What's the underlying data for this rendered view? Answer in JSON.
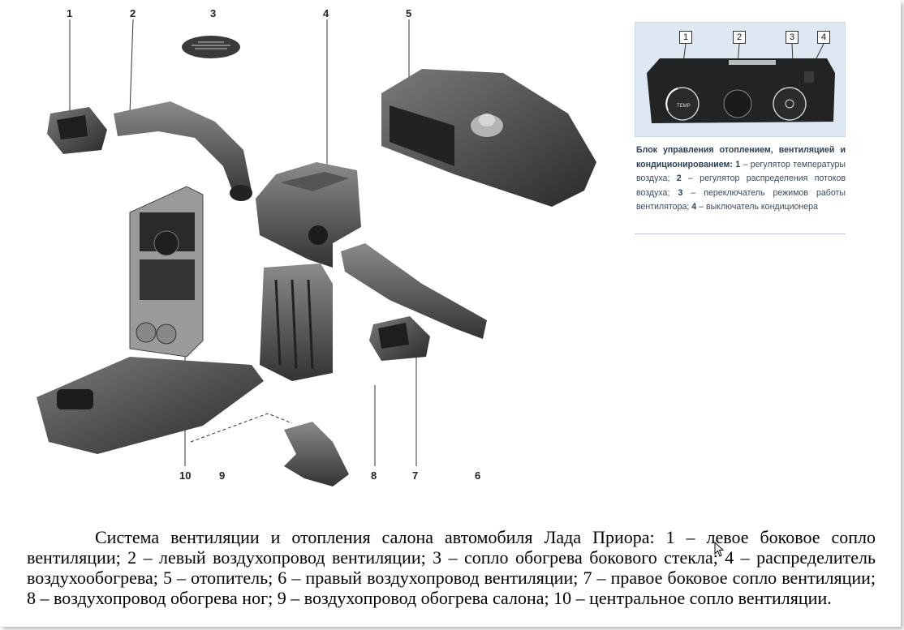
{
  "diagram": {
    "labels": [
      {
        "id": "1",
        "text": "1"
      },
      {
        "id": "2",
        "text": "2"
      },
      {
        "id": "3",
        "text": "3"
      },
      {
        "id": "4",
        "text": "4"
      },
      {
        "id": "5",
        "text": "5"
      },
      {
        "id": "6",
        "text": "6"
      },
      {
        "id": "7",
        "text": "7"
      },
      {
        "id": "8",
        "text": "8"
      },
      {
        "id": "9",
        "text": "9"
      },
      {
        "id": "10",
        "text": "10"
      }
    ]
  },
  "inset": {
    "numbers": [
      "1",
      "2",
      "3",
      "4"
    ],
    "knob_label": "TEMP",
    "caption": {
      "bold": "Блок управления отоплением, вентиляцией и кондиционированием:",
      "part1_num": "1",
      "part1_text": "– регулятор температуры воздуха;",
      "part2_num": "2",
      "part2_text": "– регулятор распределения потоков воздуха;",
      "part3_num": "3",
      "part3_text": "– переключатель режимов работы вентилятора;",
      "part4_num": "4",
      "part4_text": "– выключатель кондиционера"
    }
  },
  "caption": {
    "text": "Система вентиляции и отопления салона автомобиля Лада Приора: 1 – левое боковое сопло вентиляции; 2 – левый воздухопровод вентиляции; 3 – сопло обогрева бокового стекла; 4 – распределитель воздухообогрева; 5 – отопитель; 6 – правый воздухопровод вентиляции; 7 – правое боковое сопло вентиляции; 8 – воздухопровод обогрева ног; 9 – воздухопровод обогрева салона; 10 – центральное сопло вентиляции."
  },
  "colors": {
    "part_fill": "#3b3b3b",
    "part_highlight": "#6a6a6a",
    "inset_bg": "#dde8f4",
    "inset_text": "#3a4a5e"
  }
}
